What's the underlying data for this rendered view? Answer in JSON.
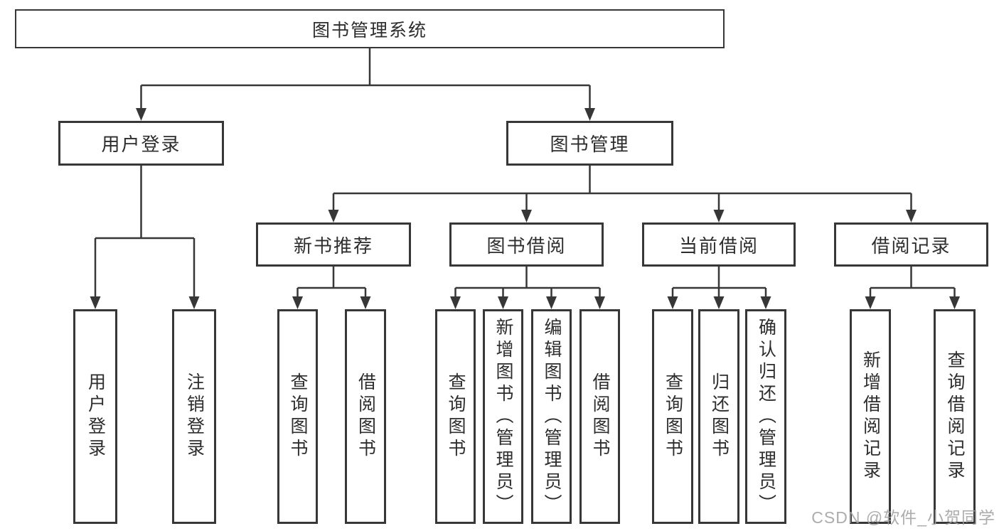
{
  "tree": {
    "label": "图书管理系统",
    "children": [
      {
        "label": "用户登录",
        "children": [
          {
            "label": "用户登录"
          },
          {
            "label": "注销登录"
          }
        ]
      },
      {
        "label": "图书管理",
        "children": [
          {
            "label": "新书推荐",
            "children": [
              {
                "label": "查询图书"
              },
              {
                "label": "借阅图书"
              }
            ]
          },
          {
            "label": "图书借阅",
            "children": [
              {
                "label": "查询图书"
              },
              {
                "label": "新增图书（管理员）"
              },
              {
                "label": "编辑图书（管理员）"
              },
              {
                "label": "借阅图书"
              }
            ]
          },
          {
            "label": "当前借阅",
            "children": [
              {
                "label": "查询图书"
              },
              {
                "label": "归还图书"
              },
              {
                "label": "确认归还（管理员）"
              }
            ]
          },
          {
            "label": "借阅记录",
            "children": [
              {
                "label": "新增借阅记录"
              },
              {
                "label": "查询借阅记录"
              }
            ]
          }
        ]
      }
    ]
  },
  "watermark": {
    "text": "CSDN @软件_小贺同学"
  },
  "colors": {
    "line": "#373737",
    "text": "#2d2d2d",
    "watermark": "#9e9e9e"
  }
}
